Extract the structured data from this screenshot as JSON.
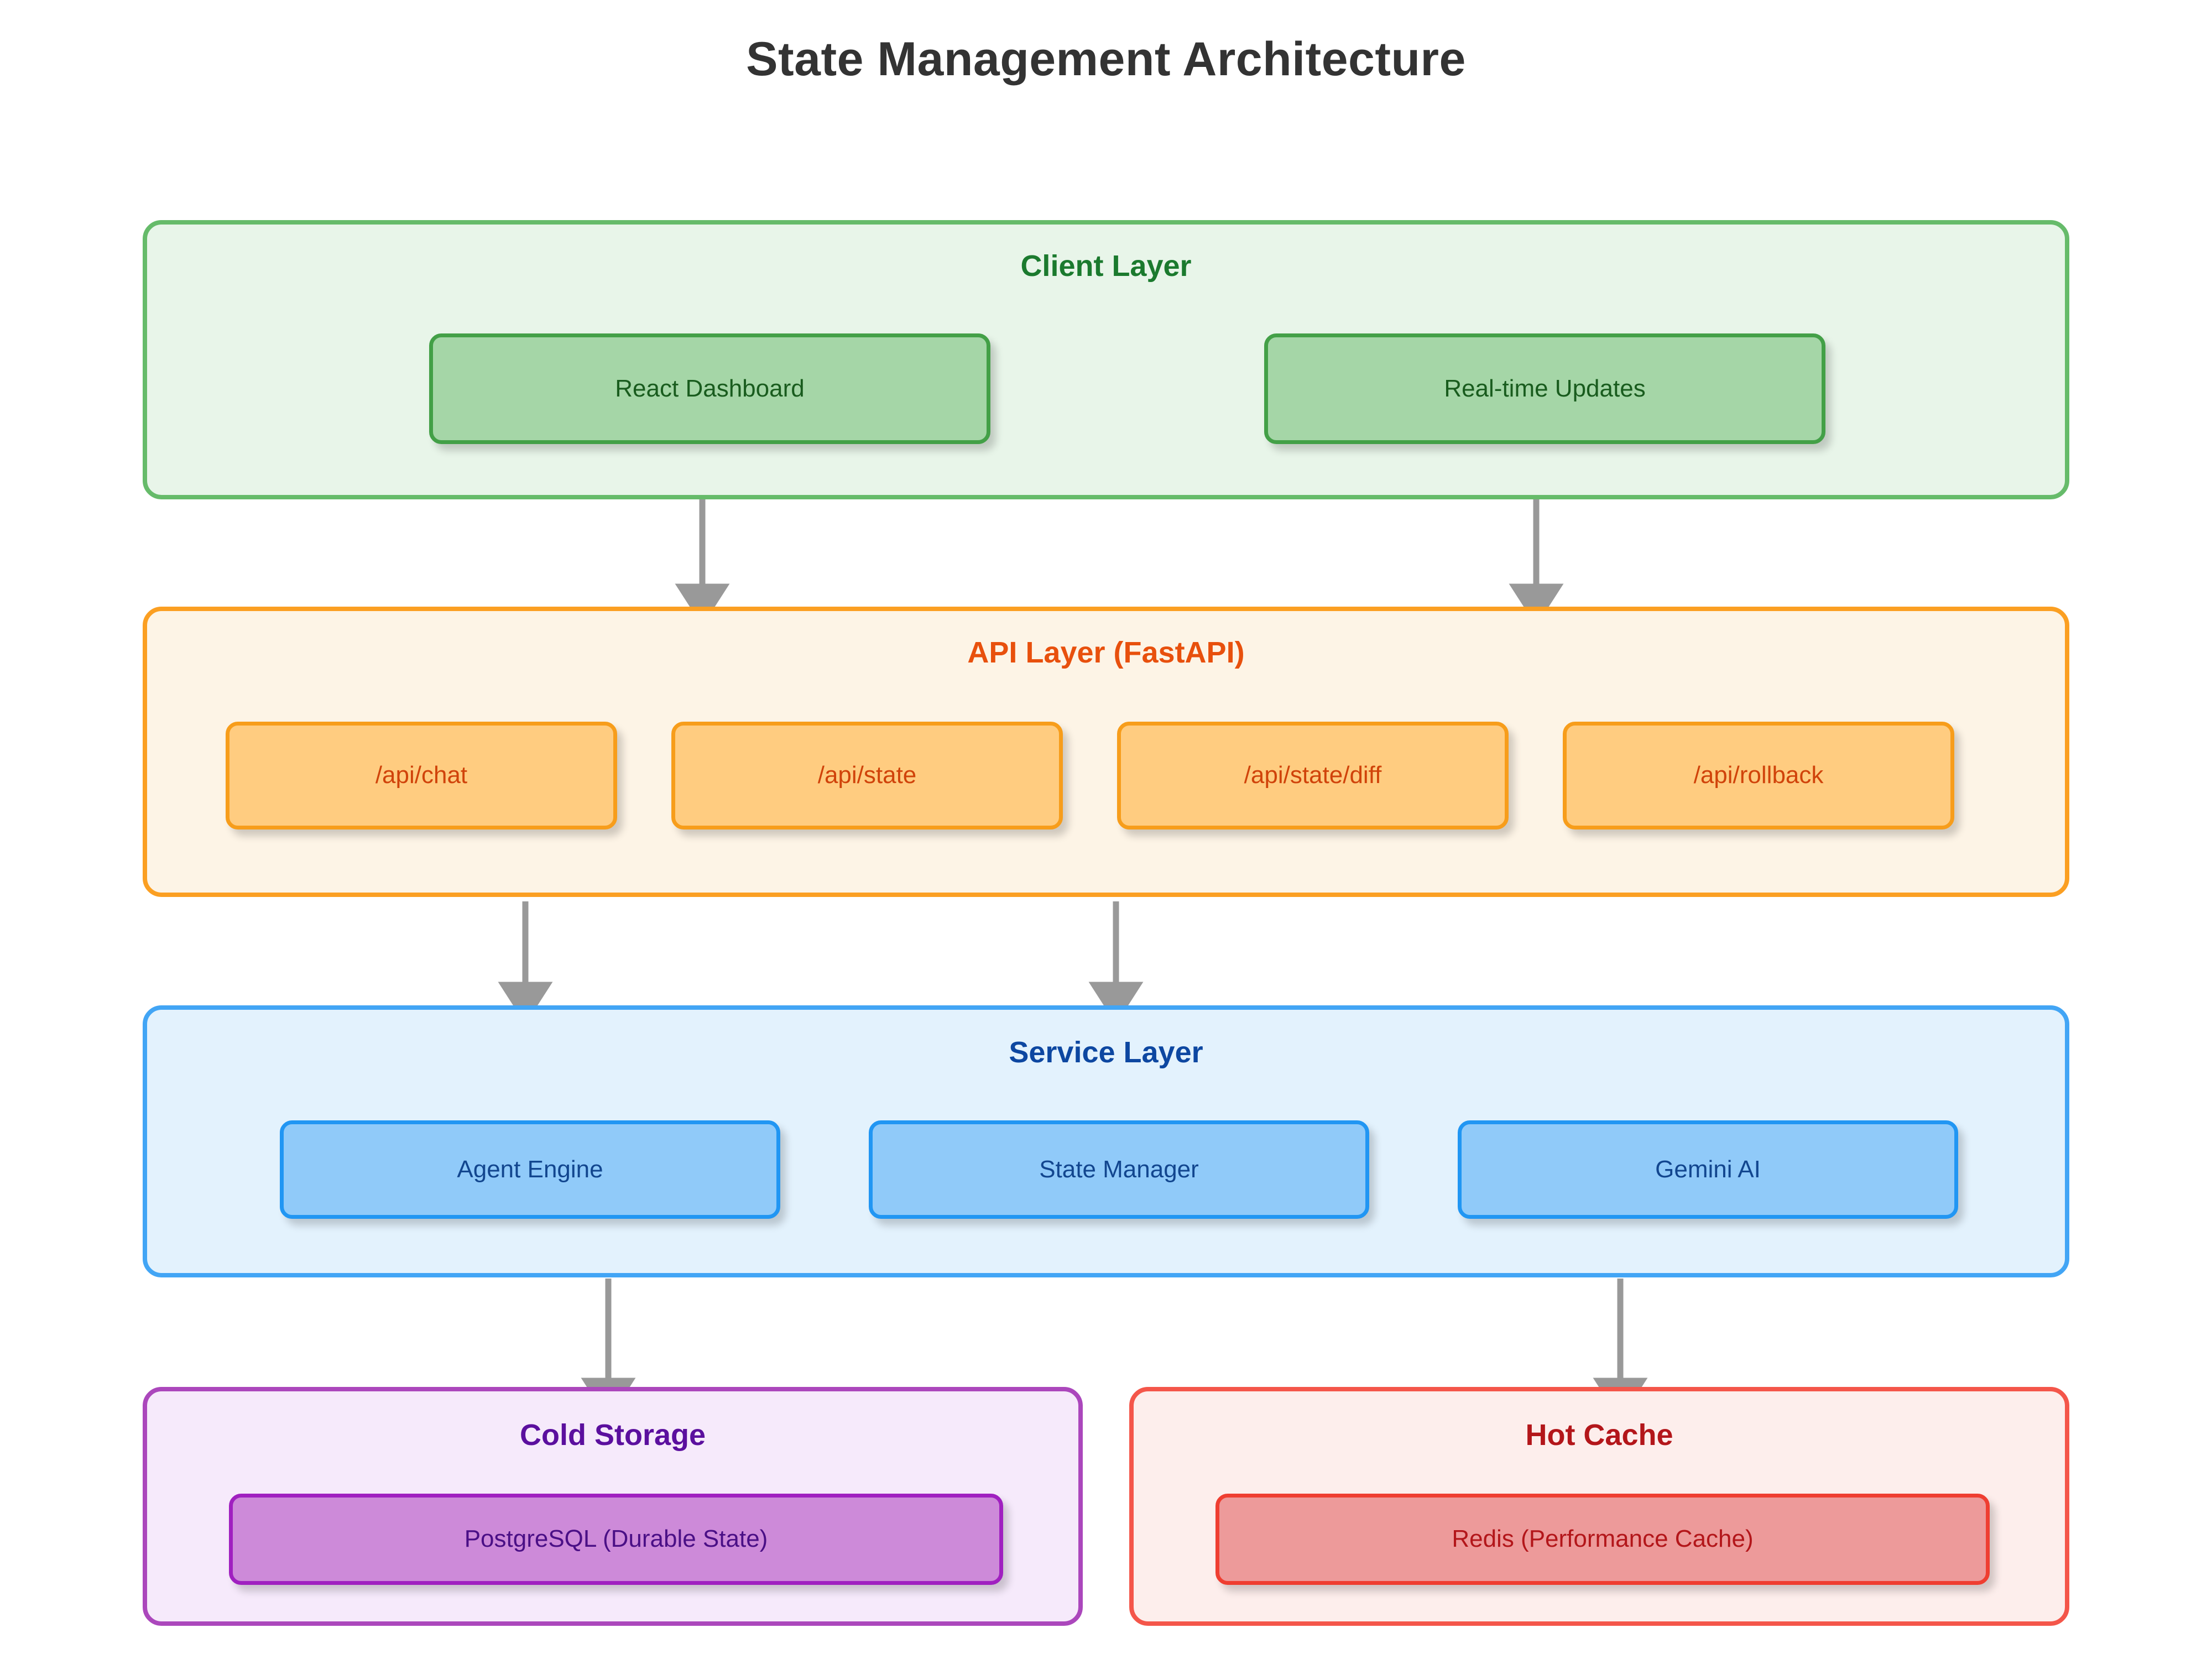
{
  "title": "State Management Architecture",
  "colors": {
    "title_text": "#333333",
    "client_border": "#66bb6a",
    "client_bg": "#e8f5e9",
    "client_title": "#1b7a2e",
    "client_node_bg": "#a5d6a7",
    "client_node_border": "#43a047",
    "api_border": "#fb9f22",
    "api_bg": "#fdf4e6",
    "api_title": "#e8500d",
    "api_node_bg": "#ffcc80",
    "api_node_border": "#f79d1b",
    "service_border": "#42a5f5",
    "service_bg": "#e3f2fd",
    "service_title": "#0d47a1",
    "service_node_bg": "#90caf9",
    "service_node_border": "#2196f3",
    "cold_border": "#ab47bc",
    "cold_bg": "#f6eafb",
    "cold_title": "#5b0f9e",
    "cold_node_bg": "#cd8ad9",
    "cold_node_border": "#a020c0",
    "hot_border": "#f4564a",
    "hot_bg": "#fdeeec",
    "hot_title": "#b3161a",
    "hot_node_bg": "#ed9a9a",
    "hot_node_border": "#ef3e31",
    "arrow": "#999999"
  },
  "layers": [
    {
      "id": "client",
      "title": "Client Layer",
      "nodes": [
        {
          "label": "React Dashboard"
        },
        {
          "label": "Real-time Updates"
        }
      ]
    },
    {
      "id": "api",
      "title": "API Layer (FastAPI)",
      "nodes": [
        {
          "label": "/api/chat"
        },
        {
          "label": "/api/state"
        },
        {
          "label": "/api/state/diff"
        },
        {
          "label": "/api/rollback"
        }
      ]
    },
    {
      "id": "service",
      "title": "Service Layer",
      "nodes": [
        {
          "label": "Agent Engine"
        },
        {
          "label": "State Manager"
        },
        {
          "label": "Gemini AI"
        }
      ]
    },
    {
      "id": "cold",
      "title": "Cold Storage",
      "nodes": [
        {
          "label": "PostgreSQL (Durable State)"
        }
      ]
    },
    {
      "id": "hot",
      "title": "Hot Cache",
      "nodes": [
        {
          "label": "Redis (Performance Cache)"
        }
      ]
    }
  ],
  "connections": [
    {
      "from": "React Dashboard",
      "to": "API Layer (FastAPI)"
    },
    {
      "from": "Real-time Updates",
      "to": "API Layer (FastAPI)"
    },
    {
      "from": "API Layer (FastAPI)",
      "to": "Service Layer"
    },
    {
      "from": "API Layer (FastAPI)",
      "to": "Service Layer"
    },
    {
      "from": "Service Layer",
      "to": "Cold Storage"
    },
    {
      "from": "Service Layer",
      "to": "Hot Cache"
    }
  ]
}
